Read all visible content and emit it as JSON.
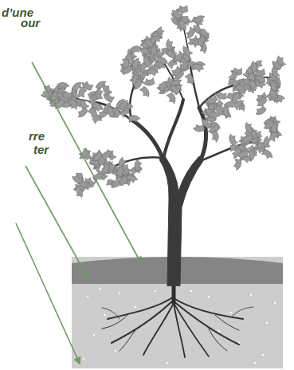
{
  "diagram": {
    "labels": [
      "d’une",
      "our",
      "rre",
      "ter"
    ]
  }
}
